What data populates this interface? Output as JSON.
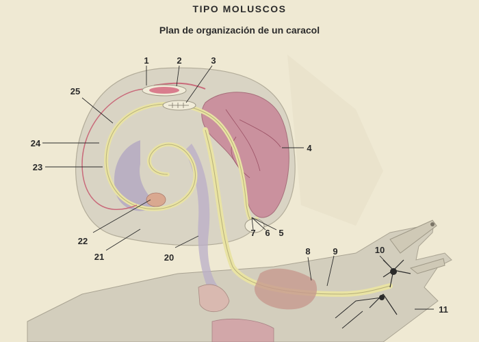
{
  "header": {
    "title": "TIPO MOLUSCOS",
    "subtitle": "Plan de organización de un caracol"
  },
  "labels": [
    "1",
    "2",
    "3",
    "4",
    "5",
    "6",
    "7",
    "8",
    "9",
    "10",
    "11",
    "20",
    "21",
    "22",
    "23",
    "24",
    "25"
  ],
  "colors": {
    "paper": "#efe9d3",
    "shell": "#d9d4c4",
    "body": "#cfcab8",
    "nerve": "#e9e3a4",
    "vessel": "#c96a7a",
    "hepatopancreas": "#c98a9a",
    "organ_purple": "#a89ab8",
    "ganglion": "#2a2a2a"
  }
}
